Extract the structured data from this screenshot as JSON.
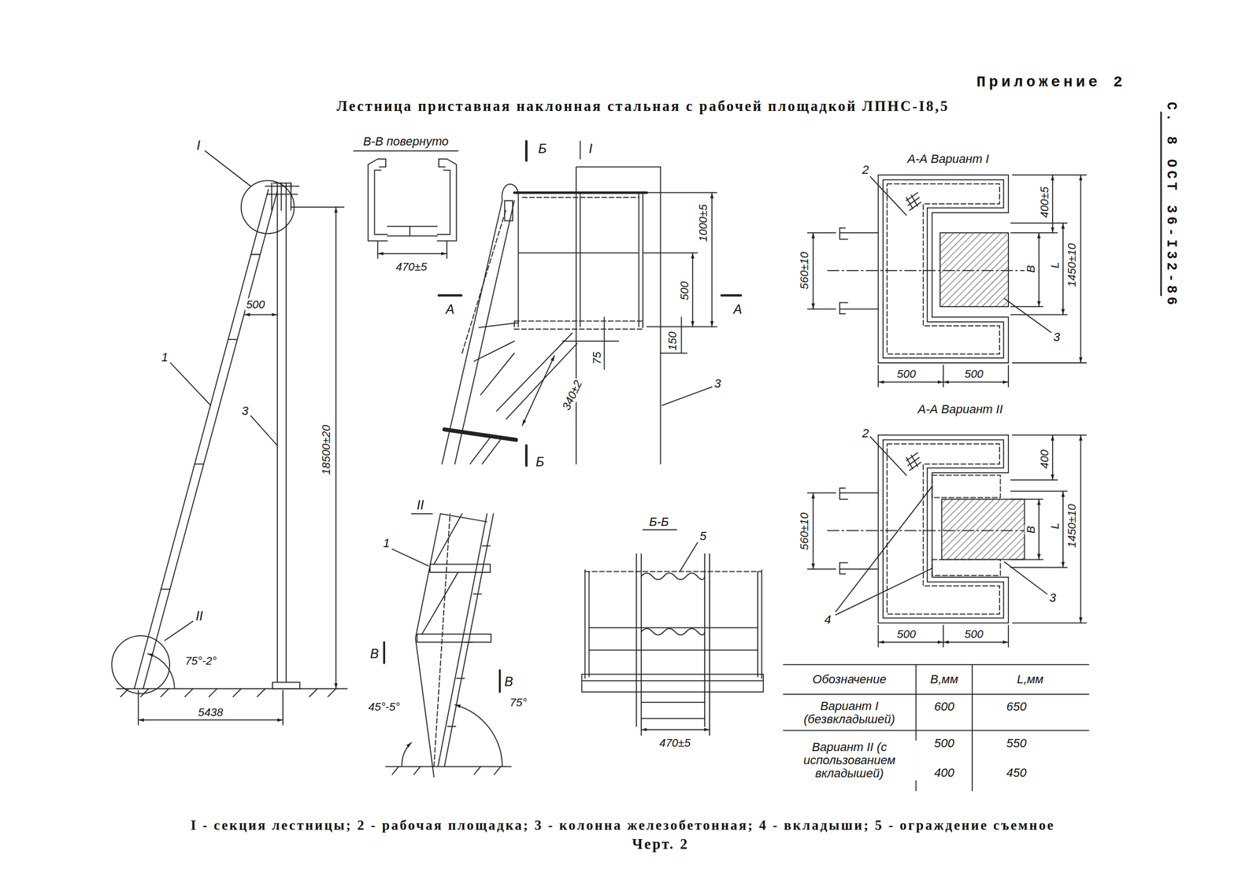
{
  "diagram": {
    "title": "Лестница приставная наклонная стальная с рабочей площадкой ЛПНС-I8,5",
    "caption": "I - секция лестницы; 2 - рабочая площадка; 3 - колонна железобетонная; 4 - вкладыши; 5 - ограждение съемное",
    "labels": [
      "Приложение 2",
      "С. 8 ОСТ 36-I32-86",
      "I",
      "500",
      "18500±20",
      "1",
      "3",
      "II",
      "75°-2°",
      "5438",
      "В-В повернуто",
      "470±5",
      "Б",
      "I",
      "1000±5",
      "500",
      "А",
      "А",
      "75",
      "150",
      "340±2",
      "3",
      "Б",
      "II",
      "1",
      "В",
      "В",
      "45°-5°",
      "75°",
      "Б-Б",
      "5",
      "470±5",
      "А-А Вариант I",
      "2",
      "400±5",
      "1450±10",
      "560±10",
      "В",
      "L",
      "3",
      "500",
      "500",
      "А-А Вариант II",
      "2",
      "400",
      "1450±10",
      "560±10",
      "В",
      "L",
      "3",
      "4",
      "500",
      "500",
      "Обозначение",
      "В,мм",
      "L,мм",
      "Вариант I (безвкладышей)",
      "600",
      "650",
      "Вариант II (с использованием вкладышей)",
      "500",
      "550",
      "400",
      "450",
      "Черт. 2"
    ]
  }
}
